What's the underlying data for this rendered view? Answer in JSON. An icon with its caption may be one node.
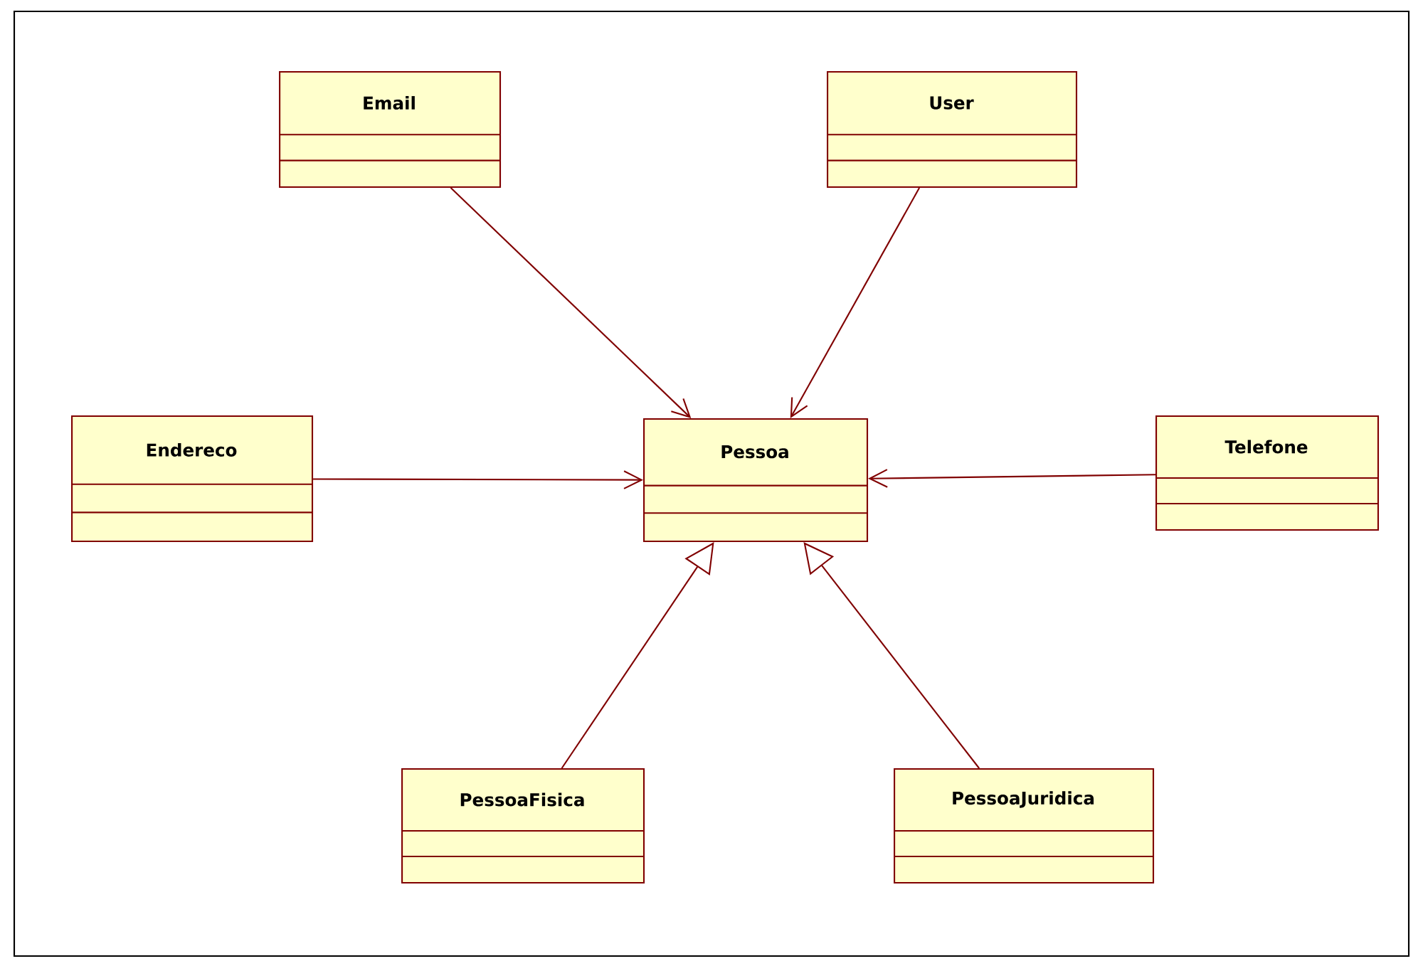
{
  "diagram": {
    "nodes": [
      {
        "text": [
          "Email"
        ]
      },
      {
        "text": [
          "User"
        ]
      },
      {
        "text": [
          "Endereco"
        ]
      },
      {
        "text": [
          "Pessoa"
        ]
      },
      {
        "text": [
          "Telefone"
        ]
      },
      {
        "text": [
          "PessoaFisica"
        ]
      },
      {
        "text": [
          "PessoaJuridica"
        ]
      }
    ],
    "edges": [
      {
        "from": 0,
        "to": 3,
        "arrow": "to"
      },
      {
        "from": 1,
        "to": 3,
        "arrow": "to"
      },
      {
        "from": 2,
        "to": 3,
        "arrow": "to"
      },
      {
        "from": 4,
        "to": 3,
        "arrow": "to"
      },
      {
        "from": 5,
        "to": 3,
        "arrow": "to"
      },
      {
        "from": 6,
        "to": 3,
        "arrow": "to"
      }
    ]
  }
}
